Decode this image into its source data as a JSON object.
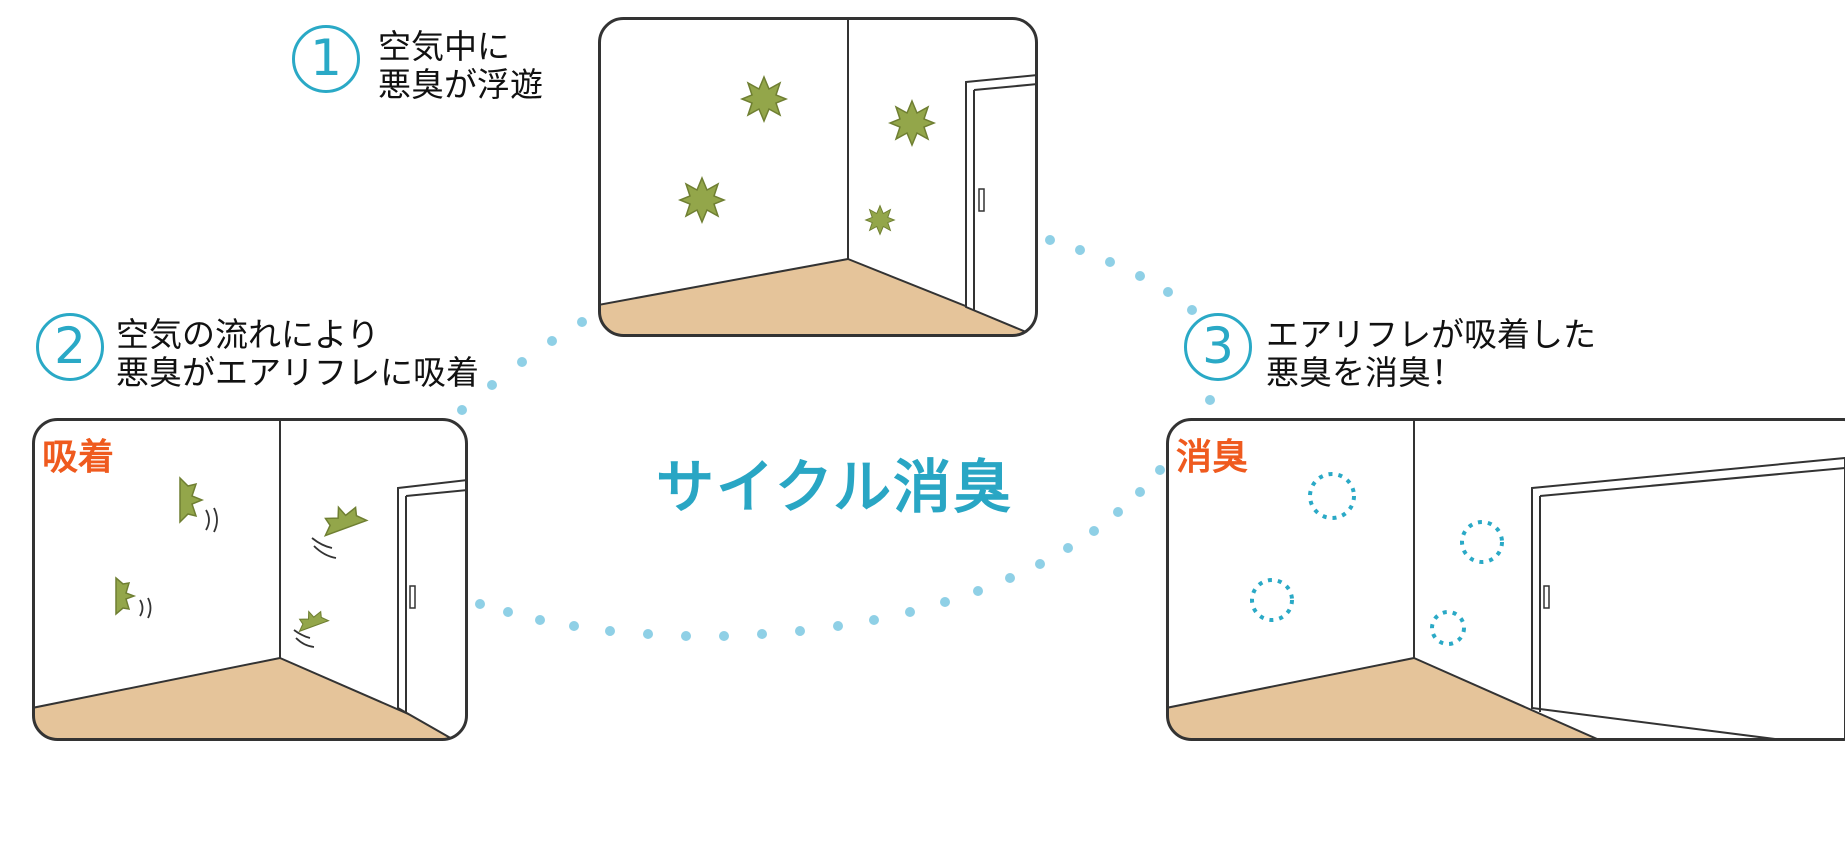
{
  "center_title": "サイクル消臭",
  "steps": [
    {
      "number": "1",
      "text": "空気中に\n悪臭が浮遊"
    },
    {
      "number": "2",
      "text": "空気の流れにより\n悪臭がエアリフレに吸着"
    },
    {
      "number": "3",
      "text": "エアリフレが吸着した\n悪臭を消臭！"
    }
  ],
  "room_labels": {
    "room2": "吸着",
    "room3": "消臭"
  },
  "colors": {
    "accent_teal": "#2aa9c6",
    "dot_blue": "#8fd0e6",
    "label_orange": "#ef5a1e",
    "odor_green": "#93a64a",
    "floor_tan": "#e5c49a"
  }
}
